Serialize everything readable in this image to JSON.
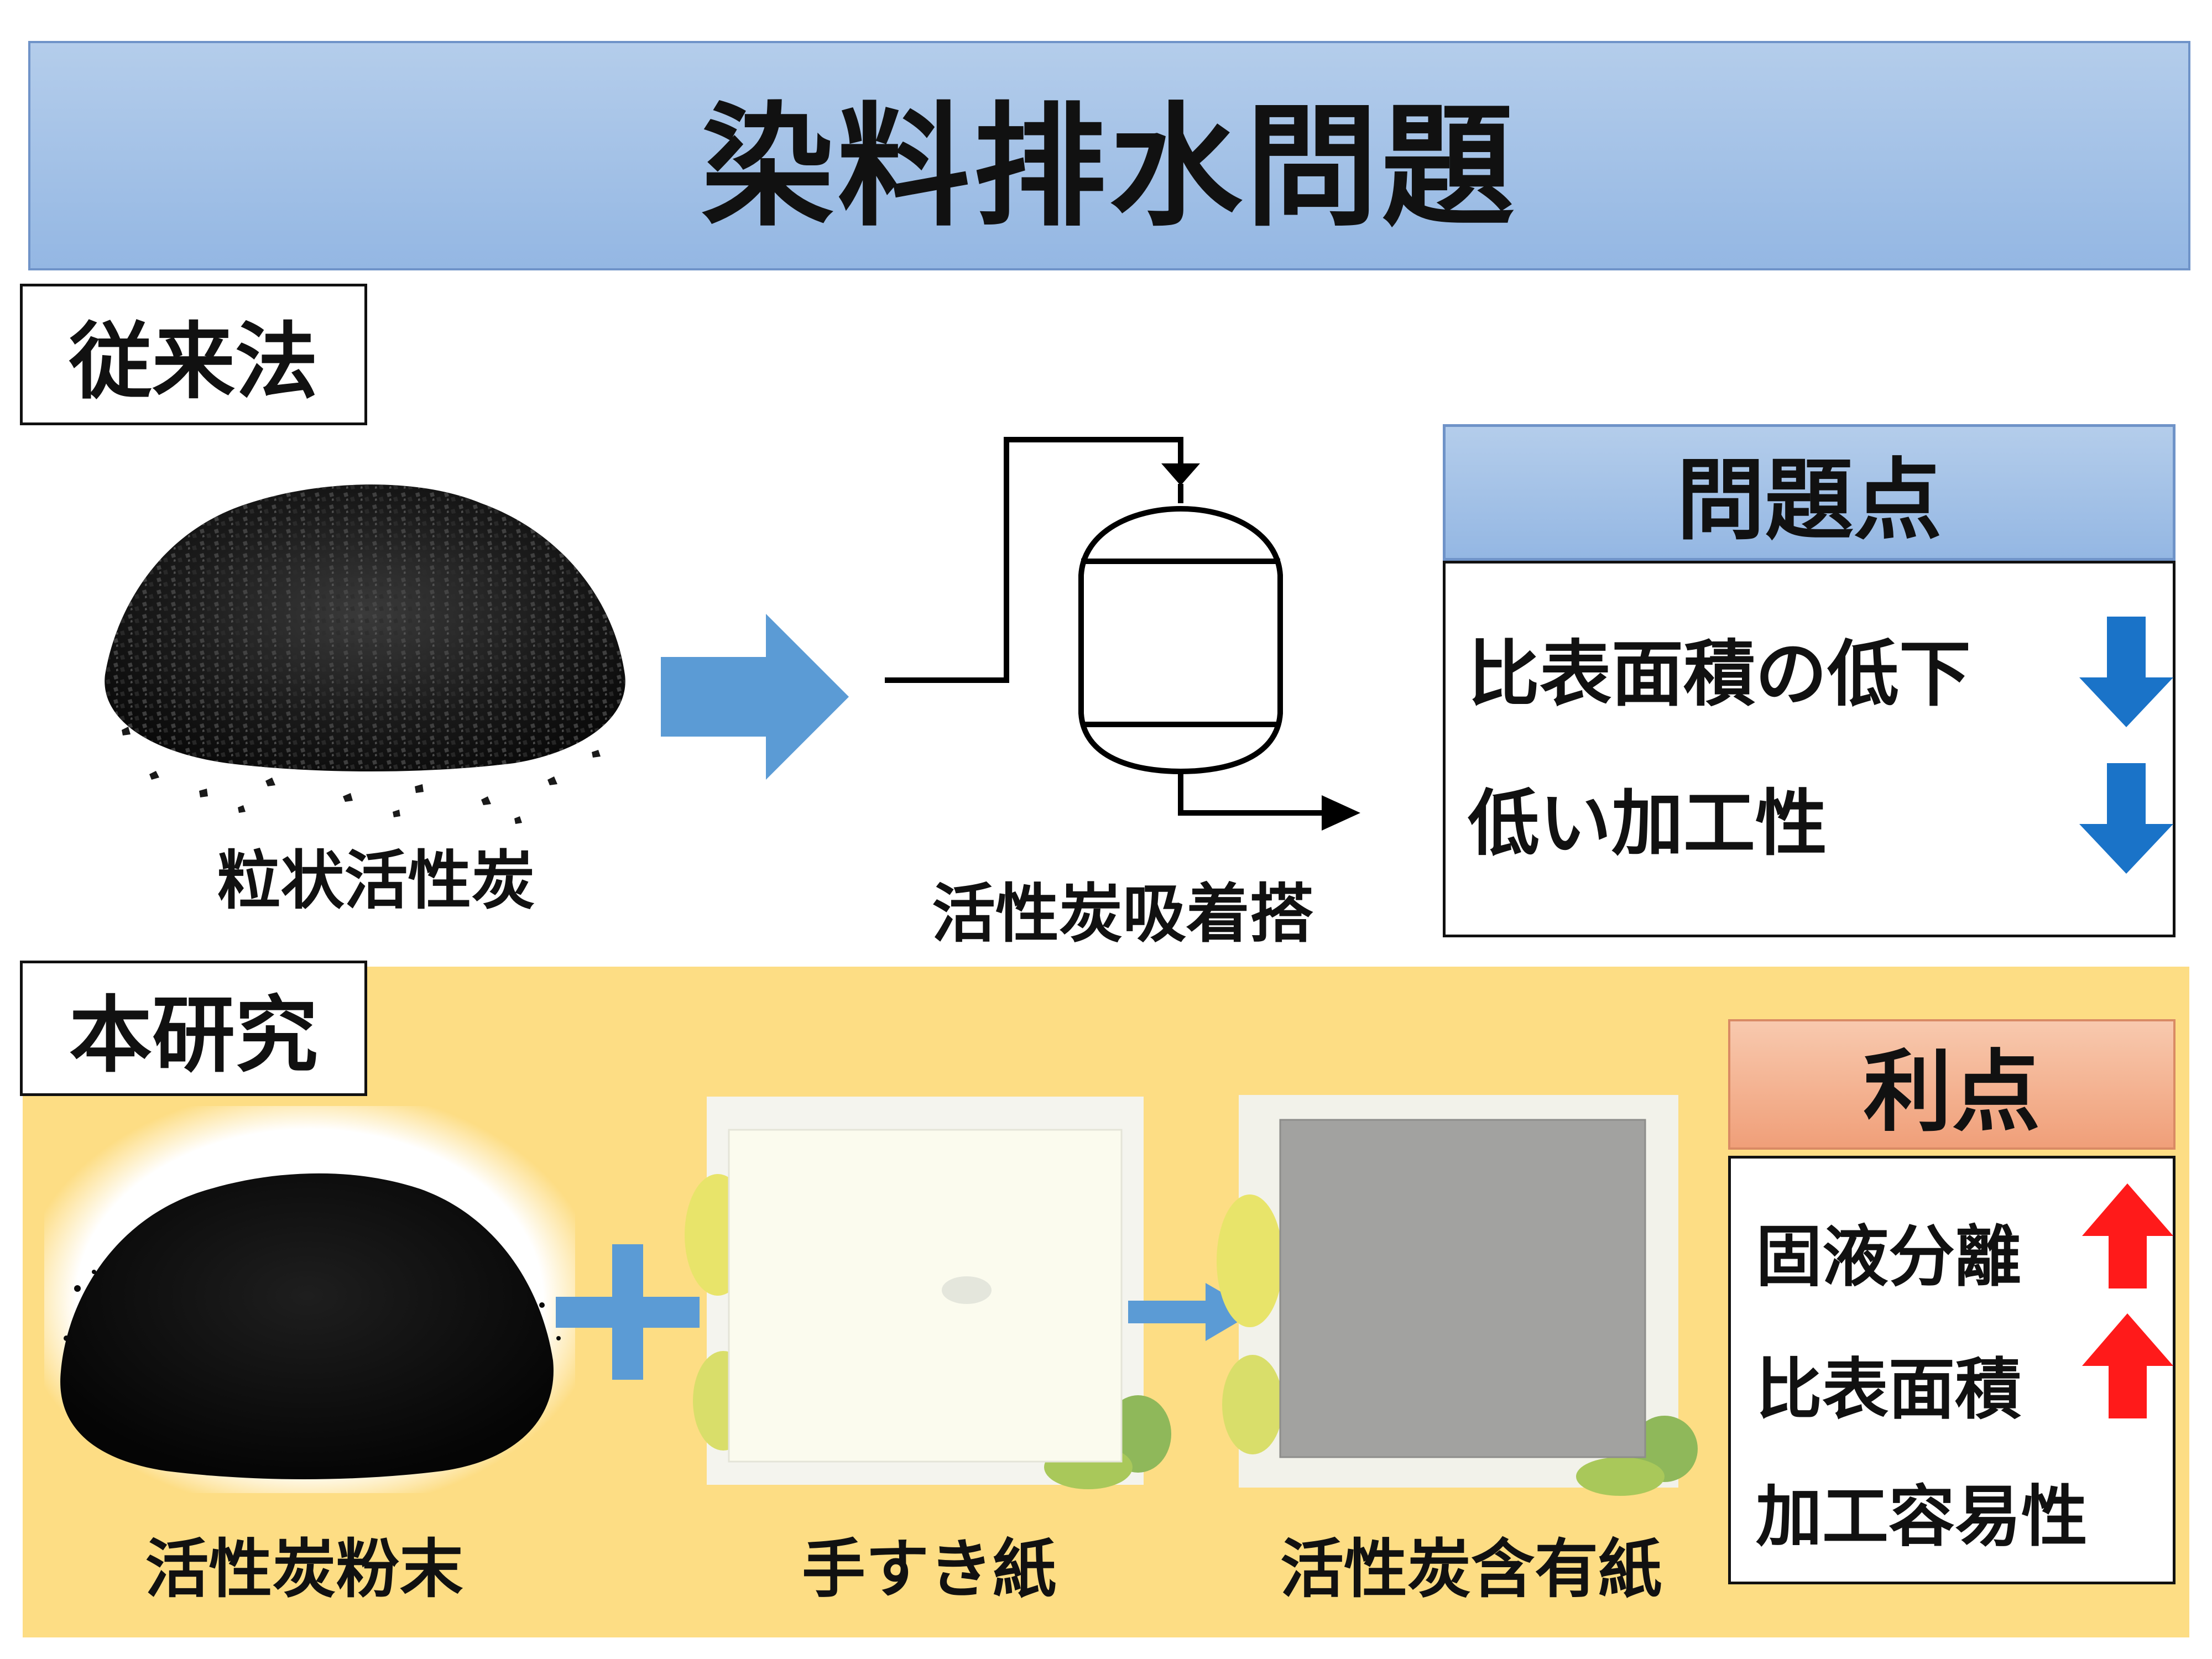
{
  "title": "染料排水問題",
  "conventional": {
    "label": "従来法",
    "granular_caption": "粒状活性炭",
    "tower_caption": "活性炭吸着搭",
    "problems": {
      "heading": "問題点",
      "items": [
        {
          "text": "比表面積の低下",
          "direction": "down"
        },
        {
          "text": "低い加工性",
          "direction": "down"
        }
      ]
    }
  },
  "study": {
    "label": "本研究",
    "powder_caption": "活性炭粉末",
    "paper_caption": "手すき紙",
    "result_caption": "活性炭含有紙",
    "advantages": {
      "heading": "利点",
      "items": [
        {
          "text": "固液分離",
          "direction": "up"
        },
        {
          "text": "比表面積",
          "direction": "up"
        },
        {
          "text": "加工容易性",
          "direction": ""
        }
      ]
    }
  },
  "colors": {
    "title_bg": "#a9c4e8",
    "problems_head_bg": "#a9c4e8",
    "advantages_head_bg": "#f4b28f",
    "study_bg": "#fddd84",
    "blue_arrow": "#5b9bd5",
    "down_arrow": "#1a73c8",
    "up_arrow": "#ff1a1a"
  }
}
